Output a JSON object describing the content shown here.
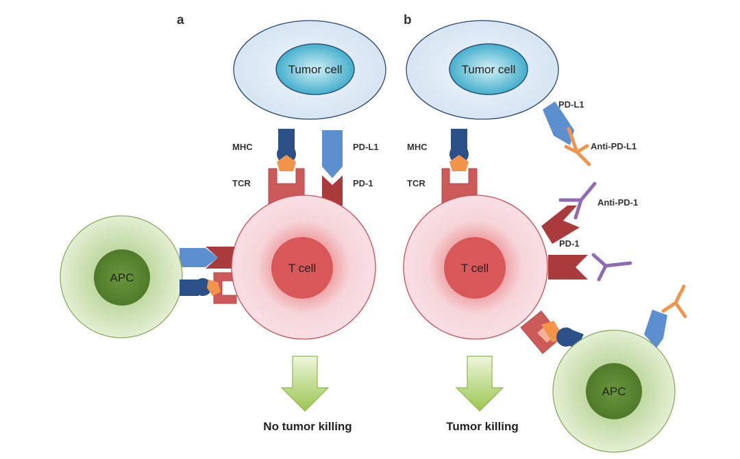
{
  "panels": {
    "a": {
      "letter": "a",
      "tumor_cell": "Tumor cell",
      "t_cell": "T cell",
      "apc": "APC",
      "mhc": "MHC",
      "tcr": "TCR",
      "pd_l1": "PD-L1",
      "pd_1": "PD-1",
      "outcome": "No tumor killing"
    },
    "b": {
      "letter": "b",
      "tumor_cell": "Tumor cell",
      "t_cell": "T cell",
      "apc": "APC",
      "mhc": "MHC",
      "tcr": "TCR",
      "pd_l1": "PD-L1",
      "pd_1": "PD-1",
      "anti_pd_l1": "Anti-PD-L1",
      "anti_pd_1": "Anti-PD-1",
      "outcome": "Tumor killing"
    }
  },
  "colors": {
    "tumor_outer": "#dbe9f5",
    "tumor_nucleus": "#3fb0cc",
    "tcell_outer": "#f6d6dc",
    "tcell_nucleus": "#d8585a",
    "apc_outer": "#dbe8c4",
    "apc_nucleus": "#5e8a34",
    "mhc": "#2c5088",
    "tcr": "#cc5a58",
    "pd_l1": "#5b8fcf",
    "pd_1": "#a93b3d",
    "antigen": "#f2954a",
    "anti_pd_l1": "#f2954a",
    "anti_pd_1": "#8e6bb2",
    "arrow": "#a9cf5e"
  }
}
